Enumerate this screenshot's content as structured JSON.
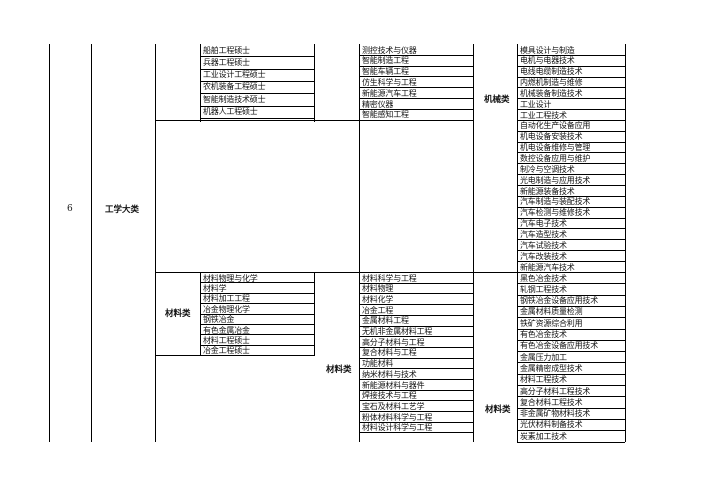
{
  "row_number": "6",
  "category": "工学大类",
  "groups": {
    "col2_a": "材料类",
    "col3_a": "材料类",
    "col4_a": "机械类",
    "col4_b": "材料类"
  },
  "col2_top": [
    "船舶工程硕士",
    "兵器工程硕士",
    "工业设计工程硕士",
    "农机装备工程硕士",
    "智能制造技术硕士",
    "机器人工程硕士"
  ],
  "col2_mat": [
    "材料物理与化学",
    "材料学",
    "材料加工工程",
    "冶金物理化学",
    "钢铁冶金",
    "有色金属冶金",
    "材料工程硕士",
    "冶金工程硕士"
  ],
  "col3_top": [
    "测控技术与仪器",
    "智能制造工程",
    "智能车辆工程",
    "仿生科学与工程",
    "新能源汽车工程",
    "精密仪器",
    "智能感知工程"
  ],
  "col3_mat": [
    "材料科学与工程",
    "材料物理",
    "材料化学",
    "冶金工程",
    "金属材料工程",
    "无机非金属材料工程",
    "高分子材料与工程",
    "复合材料与工程",
    "功能材料",
    "纳米材料与技术",
    "新能源材料与器件",
    "焊接技术与工程",
    "宝石及材料工艺学",
    "粉体材料科学与工程",
    "材料设计科学与工程"
  ],
  "col4_mech": [
    "模具设计与制造",
    "电机与电器技术",
    "电线电缆制造技术",
    "内燃机制造与维修",
    "机械装备制造技术",
    "工业设计",
    "工业工程技术",
    "自动化生产设备应用",
    "机电设备安装技术",
    "机电设备维修与管理",
    "数控设备应用与维护",
    "制冷与空调技术",
    "光电制造与应用技术",
    "新能源装备技术",
    "汽车制造与装配技术",
    "汽车检测与维修技术",
    "汽车电子技术",
    "汽车造型技术",
    "汽车试验技术",
    "汽车改装技术",
    "新能源汽车技术"
  ],
  "col4_mat": [
    "黑色冶金技术",
    "轧钢工程技术",
    "钢铁冶金设备应用技术",
    "金属材料质量检测",
    "铁矿资源综合利用",
    "有色冶金技术",
    "有色冶金设备应用技术",
    "金属压力加工",
    "金属精密成型技术",
    "材料工程技术",
    "高分子材料工程技术",
    "复合材料工程技术",
    "非金属矿物材料技术",
    "光伏材料制备技术",
    "炭素加工技术"
  ]
}
